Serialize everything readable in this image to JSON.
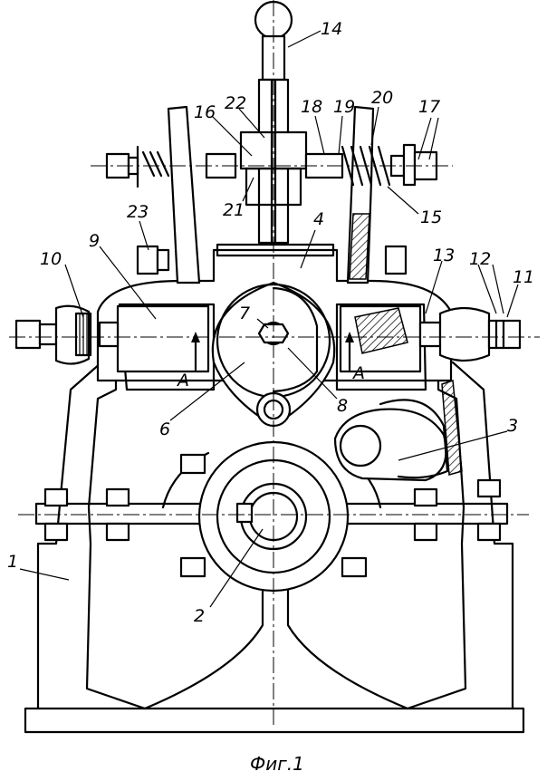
{
  "figure": {
    "caption": "Фиг.1",
    "callouts": [
      "1",
      "2",
      "3",
      "4",
      "6",
      "7",
      "8",
      "9",
      "10",
      "11",
      "12",
      "13",
      "14",
      "15",
      "16",
      "17",
      "18",
      "19",
      "20",
      "21",
      "22",
      "23"
    ],
    "section_marks": [
      "A",
      "A"
    ]
  }
}
